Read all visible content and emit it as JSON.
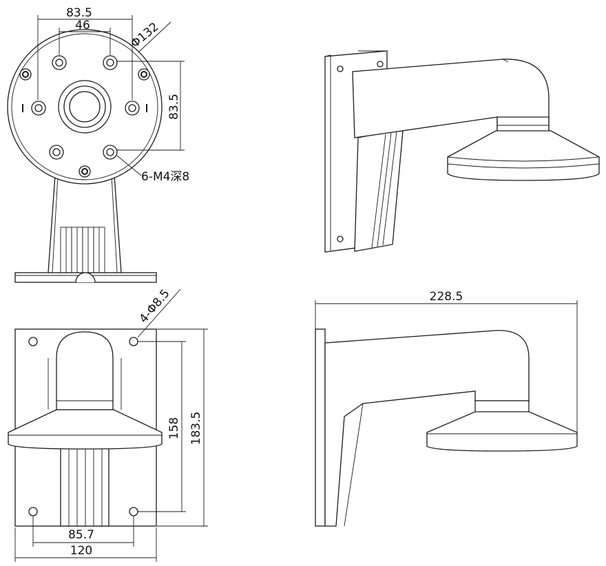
{
  "top_view": {
    "dim_83_5_top": "83.5",
    "dim_46": "46",
    "dim_phi_132": "Φ132",
    "dim_83_5_side": "83.5",
    "hole_note": "6-M4深8"
  },
  "front_view": {
    "dim_hole": "4-Φ8.5",
    "dim_158": "158",
    "dim_183_5": "183.5",
    "dim_85_7": "85.7",
    "dim_120": "120"
  },
  "side_view": {
    "dim_228_5": "228.5"
  }
}
